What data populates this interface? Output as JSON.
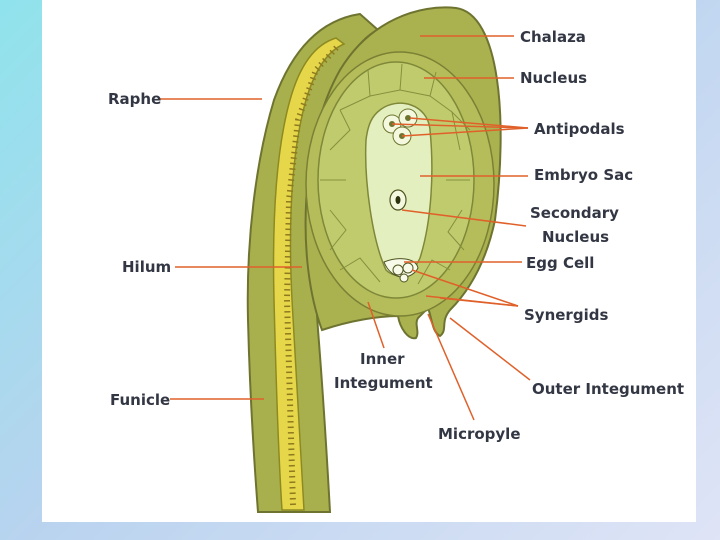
{
  "labels": {
    "chalaza": "Chalaza",
    "nucleus": "Nucleus",
    "raphe": "Raphe",
    "antipodals": "Antipodals",
    "embryo_sac": "Embryo Sac",
    "secondary_nucleus_line1": "Secondary",
    "secondary_nucleus_line2": "Nucleus",
    "hilum": "Hilum",
    "egg_cell": "Egg Cell",
    "synergids": "Synergids",
    "inner_integument_line1": "Inner",
    "inner_integument_line2": "Integument",
    "outer_integument": "Outer Integument",
    "funicle": "Funicle",
    "micropyle": "Micropyle"
  },
  "colors": {
    "outer_tissue": "#aab14f",
    "nucellus": "#bcc86a",
    "embryo_sac": "#e4efbf",
    "vascular_strand": "#e6d64a",
    "leader_lines": "#e0602a",
    "label_text": "#333744"
  }
}
